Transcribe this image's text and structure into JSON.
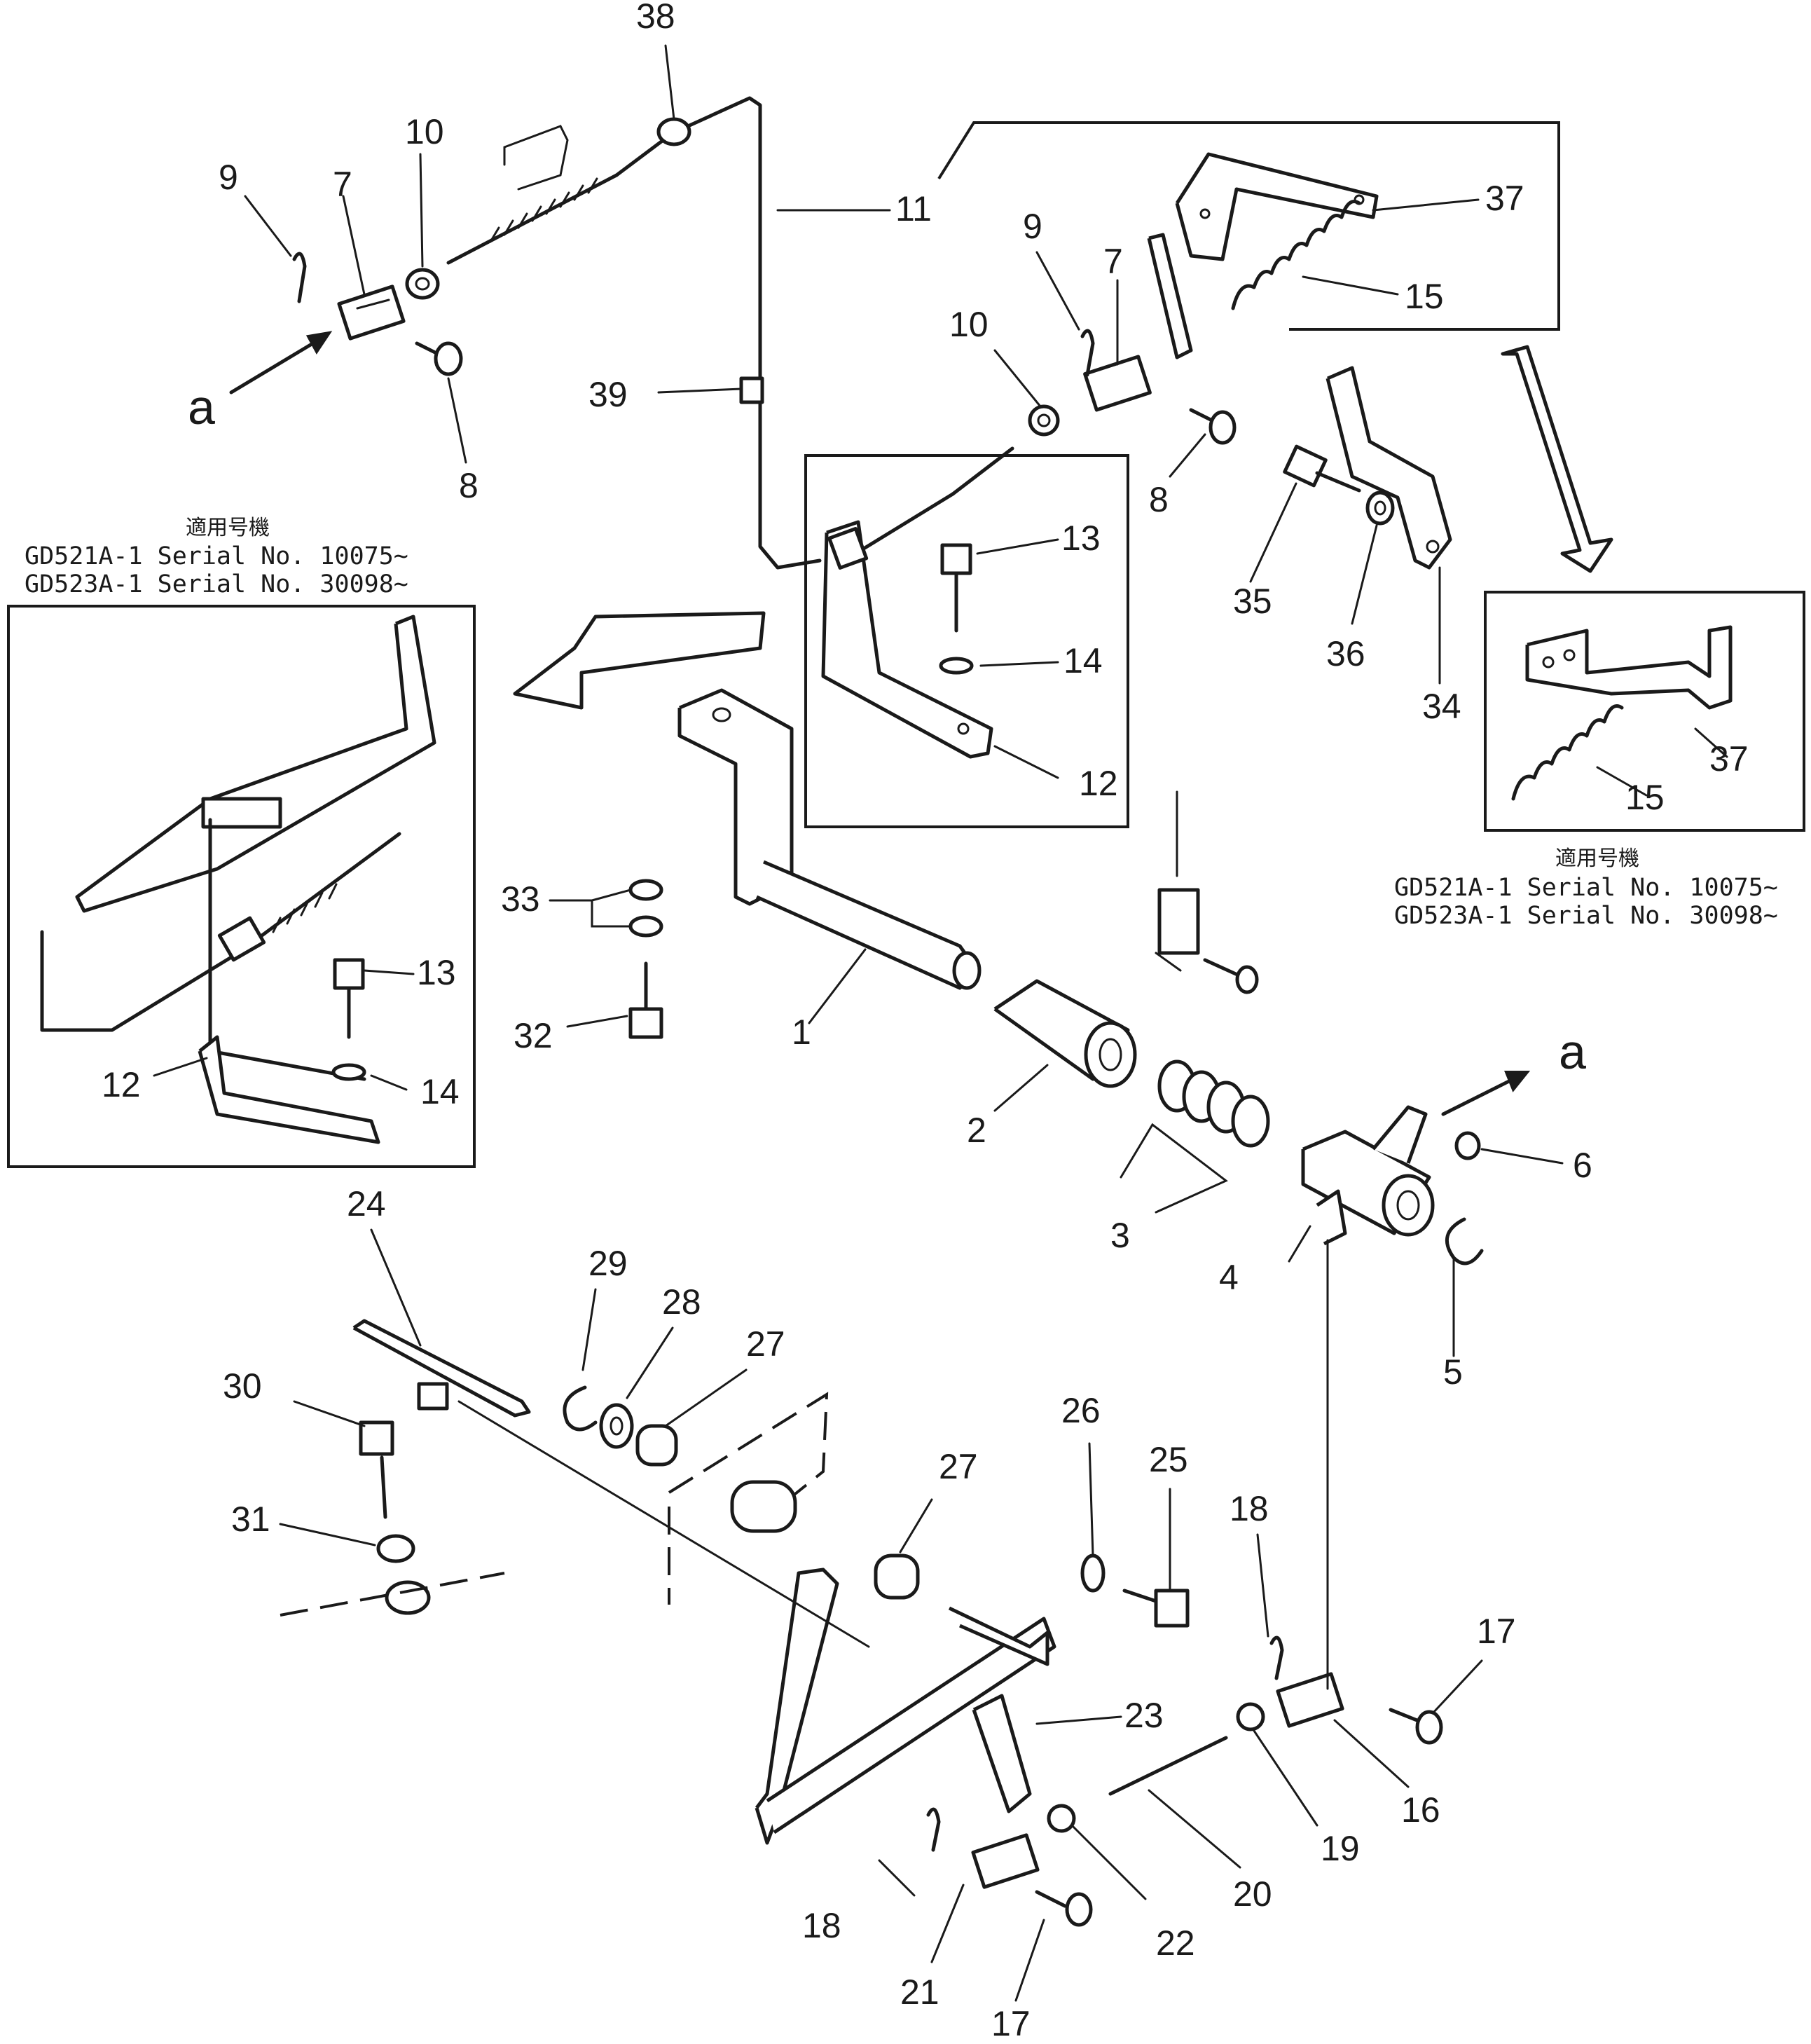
{
  "callouts": {
    "c1": "1",
    "c2": "2",
    "c3": "3",
    "c4": "4",
    "c5": "5",
    "c6": "6",
    "c7": "7",
    "c8": "8",
    "c9": "9",
    "c10": "10",
    "c11": "11",
    "c12": "12",
    "c13": "13",
    "c14": "14",
    "c15": "15",
    "c16": "16",
    "c17": "17",
    "c18": "18",
    "c19": "19",
    "c20": "20",
    "c21": "21",
    "c22": "22",
    "c23": "23",
    "c24": "24",
    "c25": "25",
    "c26": "26",
    "c27": "27",
    "c28": "28",
    "c29": "29",
    "c30": "30",
    "c31": "31",
    "c32": "32",
    "c33": "33",
    "c34": "34",
    "c35": "35",
    "c36": "36",
    "c37": "37",
    "c38": "38",
    "c39": "39"
  },
  "reference_marker": "a",
  "applicability": {
    "heading": "適用号機",
    "line1": "GD521A-1 Serial No. 10075~",
    "line2": "GD523A-1 Serial No. 30098~"
  }
}
